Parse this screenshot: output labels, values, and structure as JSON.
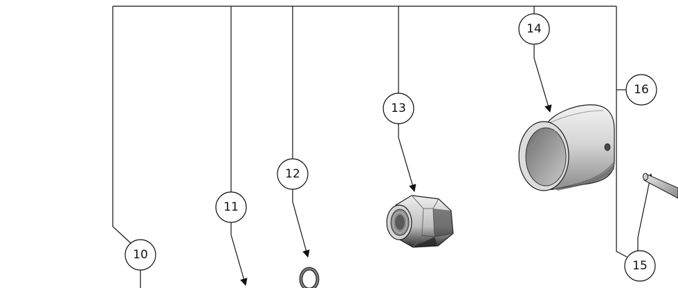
{
  "callouts": {
    "c10": "10",
    "c11": "11",
    "c12": "12",
    "c13": "13",
    "c14": "14",
    "c15": "15",
    "c16": "16"
  },
  "colors": {
    "line": "#111111",
    "part_light": "#e6e6e6",
    "part_mid": "#bdbdbd",
    "part_dark": "#7a7a7a",
    "part_shadow": "#3a3a3a"
  },
  "icons": {
    "o_ring": "o-ring-icon",
    "hex_nut": "hex-nut-icon",
    "sleeve": "cylindrical-sleeve-icon",
    "pin": "pin-icon"
  }
}
